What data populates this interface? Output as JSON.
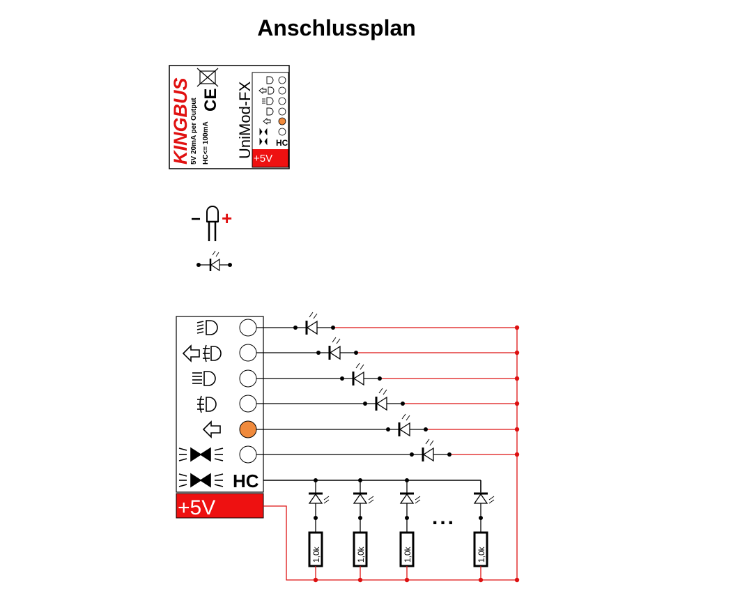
{
  "title": "Anschlussplan",
  "module": {
    "brand": "KINGBUS",
    "spec_line1": "5V 20mA per Output",
    "spec_line2": "HC<= 100mA",
    "ce_mark": "CE",
    "name": "UniMod-FX",
    "hc_label": "HC",
    "power_label": "+5V"
  },
  "schematic": {
    "hc_label": "HC",
    "power_label": "+5V",
    "polarity_minus": "−",
    "polarity_plus": "+",
    "ellipsis": "...",
    "resistor_labels": [
      "1,0k",
      "1,0k",
      "1,0k",
      "1,0k"
    ]
  },
  "outputs": [
    {
      "icon": "low-beam-icon",
      "indicator": "off"
    },
    {
      "icon": "turn-signal-fog-icon",
      "indicator": "off"
    },
    {
      "icon": "high-beam-icon",
      "indicator": "off"
    },
    {
      "icon": "fog-light-icon",
      "indicator": "off"
    },
    {
      "icon": "turn-signal-icon",
      "indicator": "on"
    },
    {
      "icon": "parking-light-icon",
      "indicator": "off"
    },
    {
      "icon": "parking-light-hc-icon",
      "indicator": "none"
    }
  ],
  "colors": {
    "wire_positive": "#dd1111",
    "power_block": "#ee1111",
    "led_on": "#f08a3c",
    "wire": "#000000"
  }
}
